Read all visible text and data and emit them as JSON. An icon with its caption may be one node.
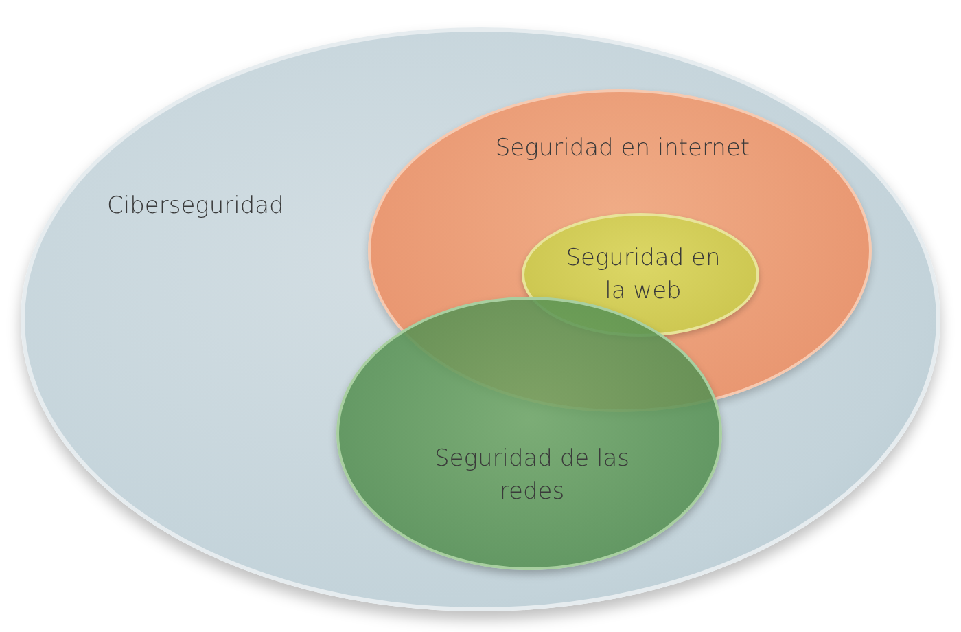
{
  "diagram": {
    "nodes": [
      {
        "text": [
          "Ciberseguridad"
        ]
      },
      {
        "text": [
          "Seguridad en internet"
        ],
        "in": 0
      },
      {
        "text": [
          "Seguridad en la web"
        ],
        "in": 1
      },
      {
        "text": [
          "Seguridad de las redes"
        ],
        "in": 0
      }
    ]
  }
}
